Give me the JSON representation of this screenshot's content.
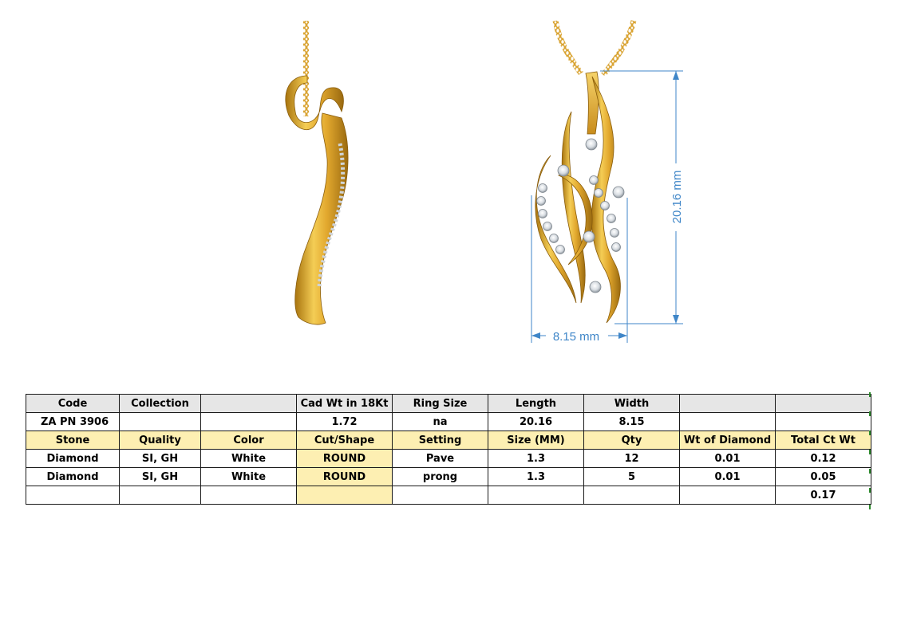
{
  "drawing": {
    "height_label": "20.16 mm",
    "width_label": "8.15 mm"
  },
  "table": {
    "header": [
      "Code",
      "Collection",
      "",
      "Cad Wt in 18Kt",
      "Ring Size",
      "Length",
      "Width",
      "",
      ""
    ],
    "header_values": [
      "ZA PN 3906",
      "",
      "",
      "1.72",
      "na",
      "20.16",
      "8.15",
      "",
      ""
    ],
    "stone_header": [
      "Stone",
      "Quality",
      "Color",
      "Cut/Shape",
      "Setting",
      "Size (MM)",
      "Qty",
      "Wt of Diamond",
      "Total Ct Wt"
    ],
    "stones": [
      [
        "Diamond",
        "SI, GH",
        "White",
        "ROUND",
        "Pave",
        "1.3",
        "12",
        "0.01",
        "0.12"
      ],
      [
        "Diamond",
        "SI, GH",
        "White",
        "ROUND",
        "prong",
        "1.3",
        "5",
        "0.01",
        "0.05"
      ]
    ],
    "total_row": [
      "",
      "",
      "",
      "",
      "",
      "",
      "",
      "",
      "0.17"
    ]
  },
  "colors": {
    "gold": "#e9b43a",
    "gold_dark": "#b07d18",
    "dimension": "#3f86c8",
    "header_bg": "#e6e6e6",
    "stone_header_bg": "#fdefb2"
  }
}
